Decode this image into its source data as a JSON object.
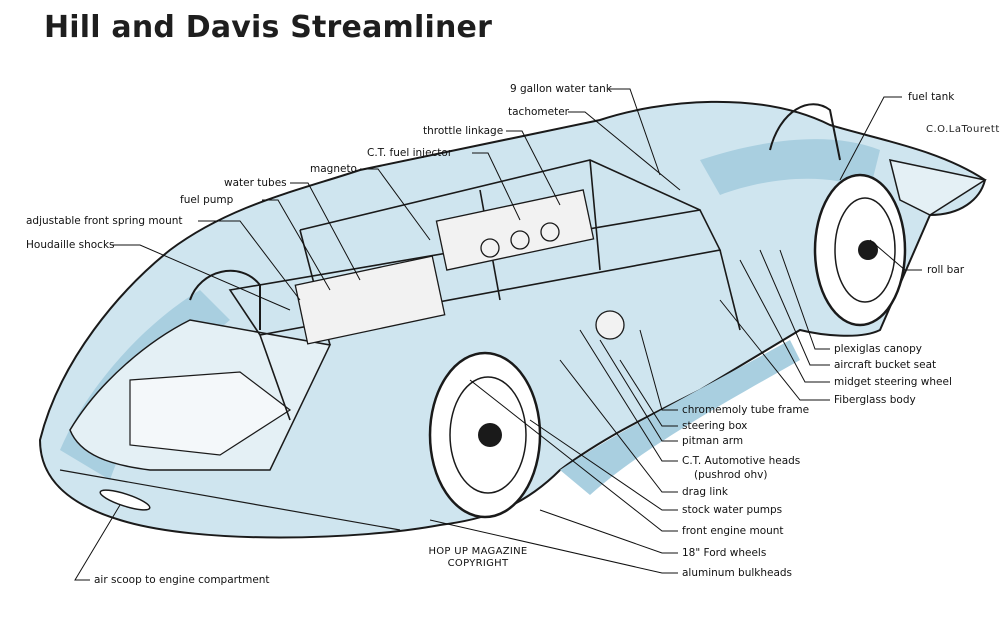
{
  "title": "Hill and Davis Streamliner",
  "signature": "C.O.LaTourette",
  "copyright": [
    "HOP UP MAGAZINE",
    "COPYRIGHT"
  ],
  "colors": {
    "body_tint": "#b9d8e6",
    "ink": "#1a1a1a",
    "shadow_blue": "#9cc7da"
  },
  "labels": {
    "water_tank": "9 gallon water tank",
    "tachometer": "tachometer",
    "throttle": "throttle linkage",
    "fuel_injector": "C.T. fuel injector",
    "magneto": "magneto",
    "water_tubes": "water tubes",
    "fuel_pump": "fuel pump",
    "spring_mount": "adjustable front spring mount",
    "shocks": "Houdaille shocks",
    "fuel_tank": "fuel tank",
    "roll_bar": "roll bar",
    "canopy": "plexiglas canopy",
    "bucket_seat": "aircraft bucket seat",
    "steering_wheel": "midget steering wheel",
    "fiberglass": "Fiberglass body",
    "tube_frame": "chromemoly tube frame",
    "steering_box": "steering box",
    "pitman": "pitman arm",
    "heads_1": "C.T. Automotive heads",
    "heads_2": "(pushrod ohv)",
    "drag_link": "drag link",
    "water_pumps": "stock water pumps",
    "engine_mount": "front engine mount",
    "wheels": "18\" Ford wheels",
    "bulkheads": "aluminum bulkheads",
    "air_scoop": "air scoop to engine compartment"
  }
}
